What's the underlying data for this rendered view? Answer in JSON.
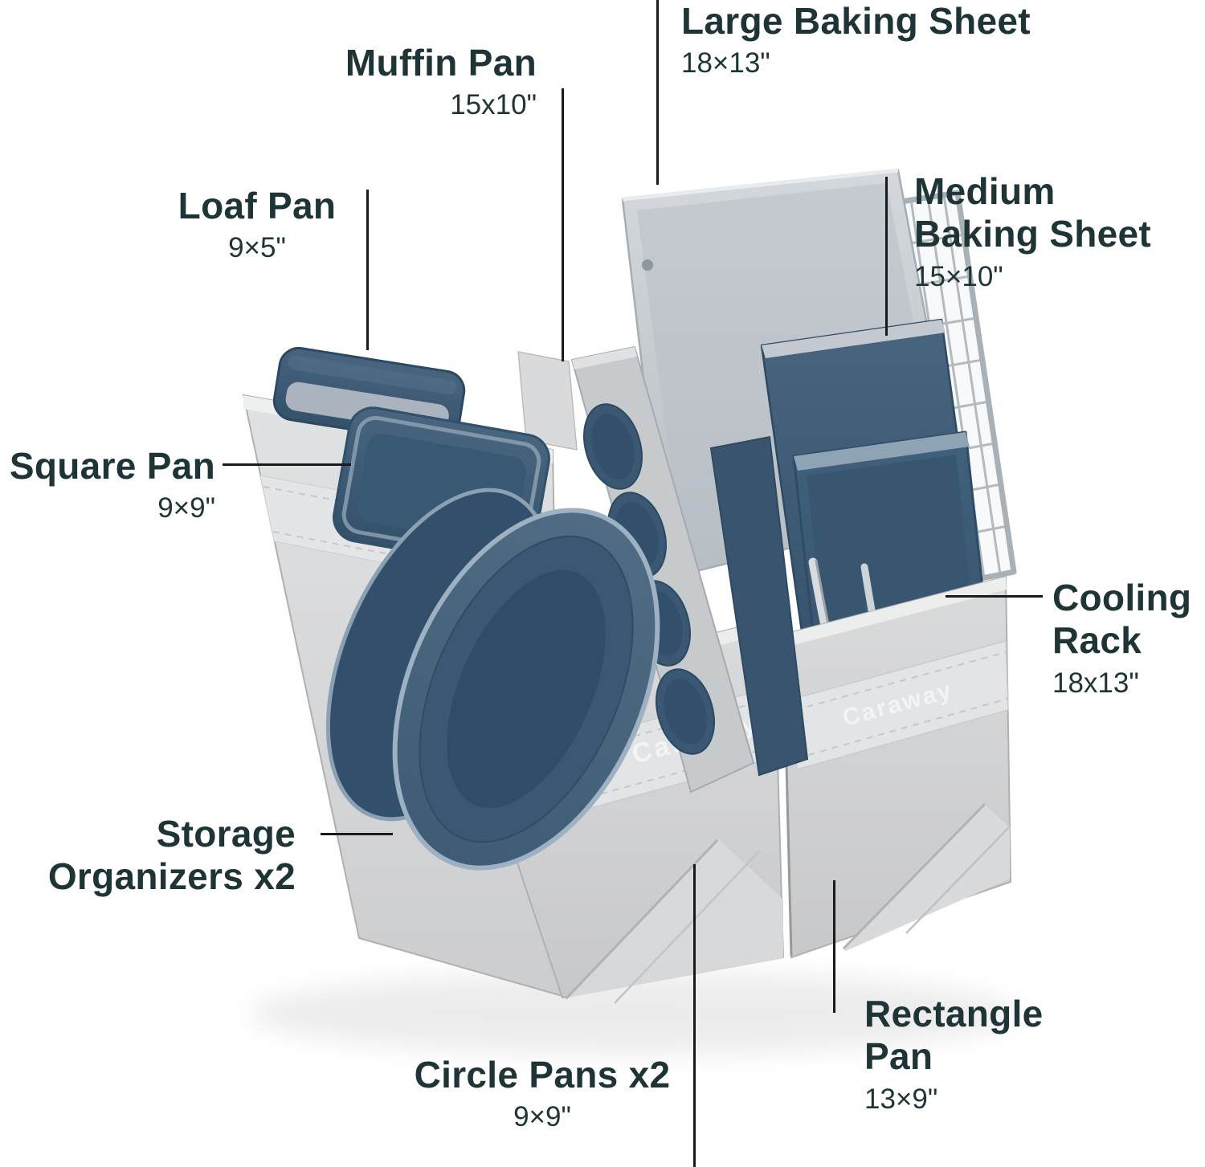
{
  "page": {
    "background": "#ffffff"
  },
  "style": {
    "text_color": "#1e3436",
    "leader_color": "#1a1a1a",
    "navy": "#3c5a74",
    "fabric_gray": "#d6d7d8"
  },
  "callouts": {
    "large_baking_sheet": {
      "title": "Large Baking Sheet",
      "dimension": "18×13\""
    },
    "muffin_pan": {
      "title": "Muffin Pan",
      "dimension": "15x10\""
    },
    "loaf_pan": {
      "title": "Loaf Pan",
      "dimension": "9×5\""
    },
    "medium_baking_sheet": {
      "title_line1": "Medium",
      "title_line2": "Baking Sheet",
      "dimension": "15×10\""
    },
    "square_pan": {
      "title": "Square Pan",
      "dimension": "9×9\""
    },
    "cooling_rack": {
      "title_line1": "Cooling",
      "title_line2": "Rack",
      "dimension": "18x13\""
    },
    "storage_organizers": {
      "title_line1": "Storage",
      "title_line2": "Organizers x2"
    },
    "circle_pans": {
      "title": "Circle Pans x2",
      "dimension": "9×9\""
    },
    "rectangle_pan": {
      "title_line1": "Rectangle",
      "title_line2": "Pan",
      "dimension": "13×9\""
    }
  },
  "product": {
    "strap_label_left": "Caraway",
    "strap_label_right": "Caraway"
  }
}
